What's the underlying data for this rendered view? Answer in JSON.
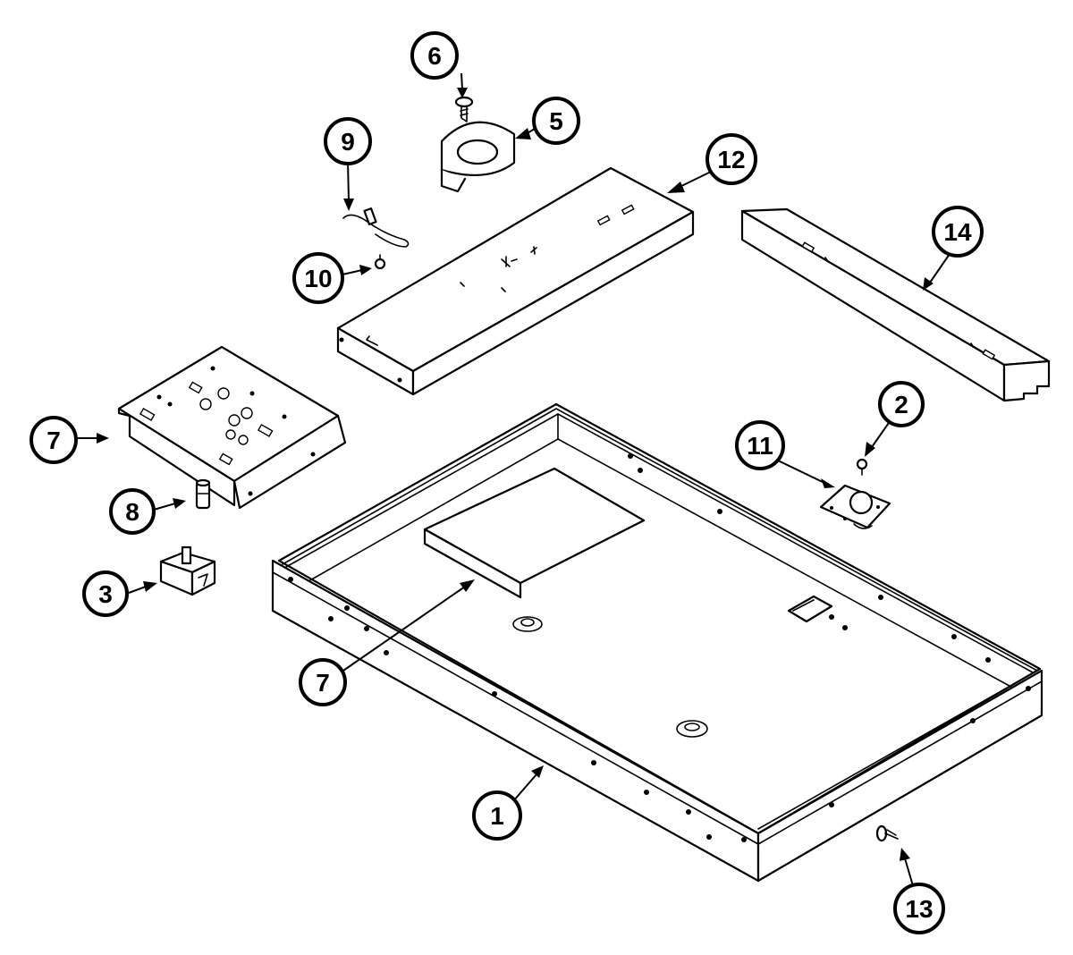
{
  "callouts": [
    {
      "id": "c1",
      "label": "1"
    },
    {
      "id": "c2",
      "label": "2"
    },
    {
      "id": "c3",
      "label": "3"
    },
    {
      "id": "c5",
      "label": "5"
    },
    {
      "id": "c6",
      "label": "6"
    },
    {
      "id": "c7a",
      "label": "7"
    },
    {
      "id": "c7b",
      "label": "7"
    },
    {
      "id": "c8",
      "label": "8"
    },
    {
      "id": "c9",
      "label": "9"
    },
    {
      "id": "c10",
      "label": "10"
    },
    {
      "id": "c11",
      "label": "11"
    },
    {
      "id": "c12",
      "label": "12"
    },
    {
      "id": "c13",
      "label": "13"
    },
    {
      "id": "c14",
      "label": "14"
    }
  ],
  "colors": {
    "ink": "#000000",
    "paper": "#ffffff"
  }
}
